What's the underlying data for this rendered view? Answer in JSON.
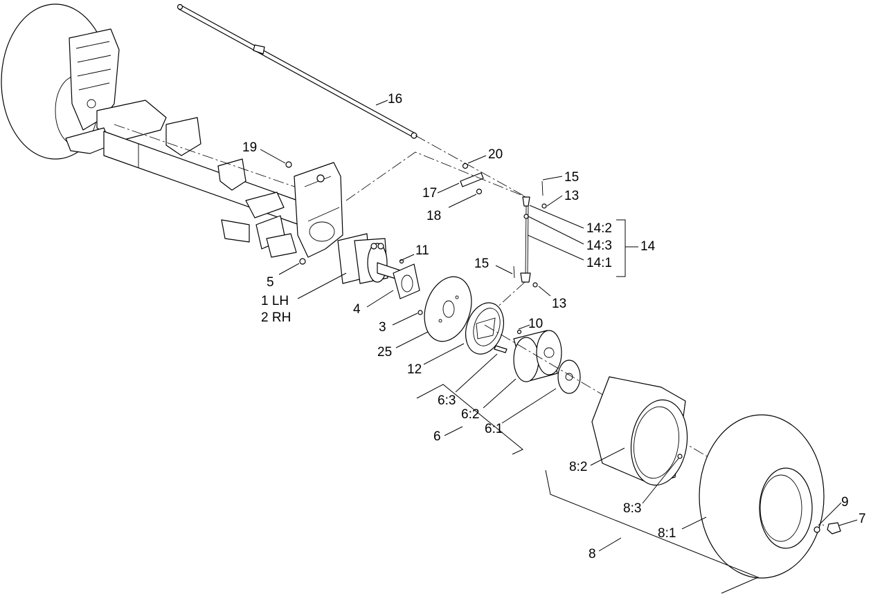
{
  "callouts": {
    "c1": "1  LH",
    "c2": "2  RH",
    "c3": "3",
    "c4": "4",
    "c5": "5",
    "c6": "6",
    "c6_1": "6:1",
    "c6_2": "6:2",
    "c6_3": "6:3",
    "c7": "7",
    "c8": "8",
    "c8_1": "8:1",
    "c8_2": "8:2",
    "c8_3": "8:3",
    "c9": "9",
    "c10": "10",
    "c11": "11",
    "c12": "12",
    "c13a": "13",
    "c13b": "13",
    "c14": "14",
    "c14_1": "14:1",
    "c14_2": "14:2",
    "c14_3": "14:3",
    "c15a": "15",
    "c15b": "15",
    "c16": "16",
    "c17": "17",
    "c18": "18",
    "c19": "19",
    "c20": "20",
    "c25": "25"
  }
}
